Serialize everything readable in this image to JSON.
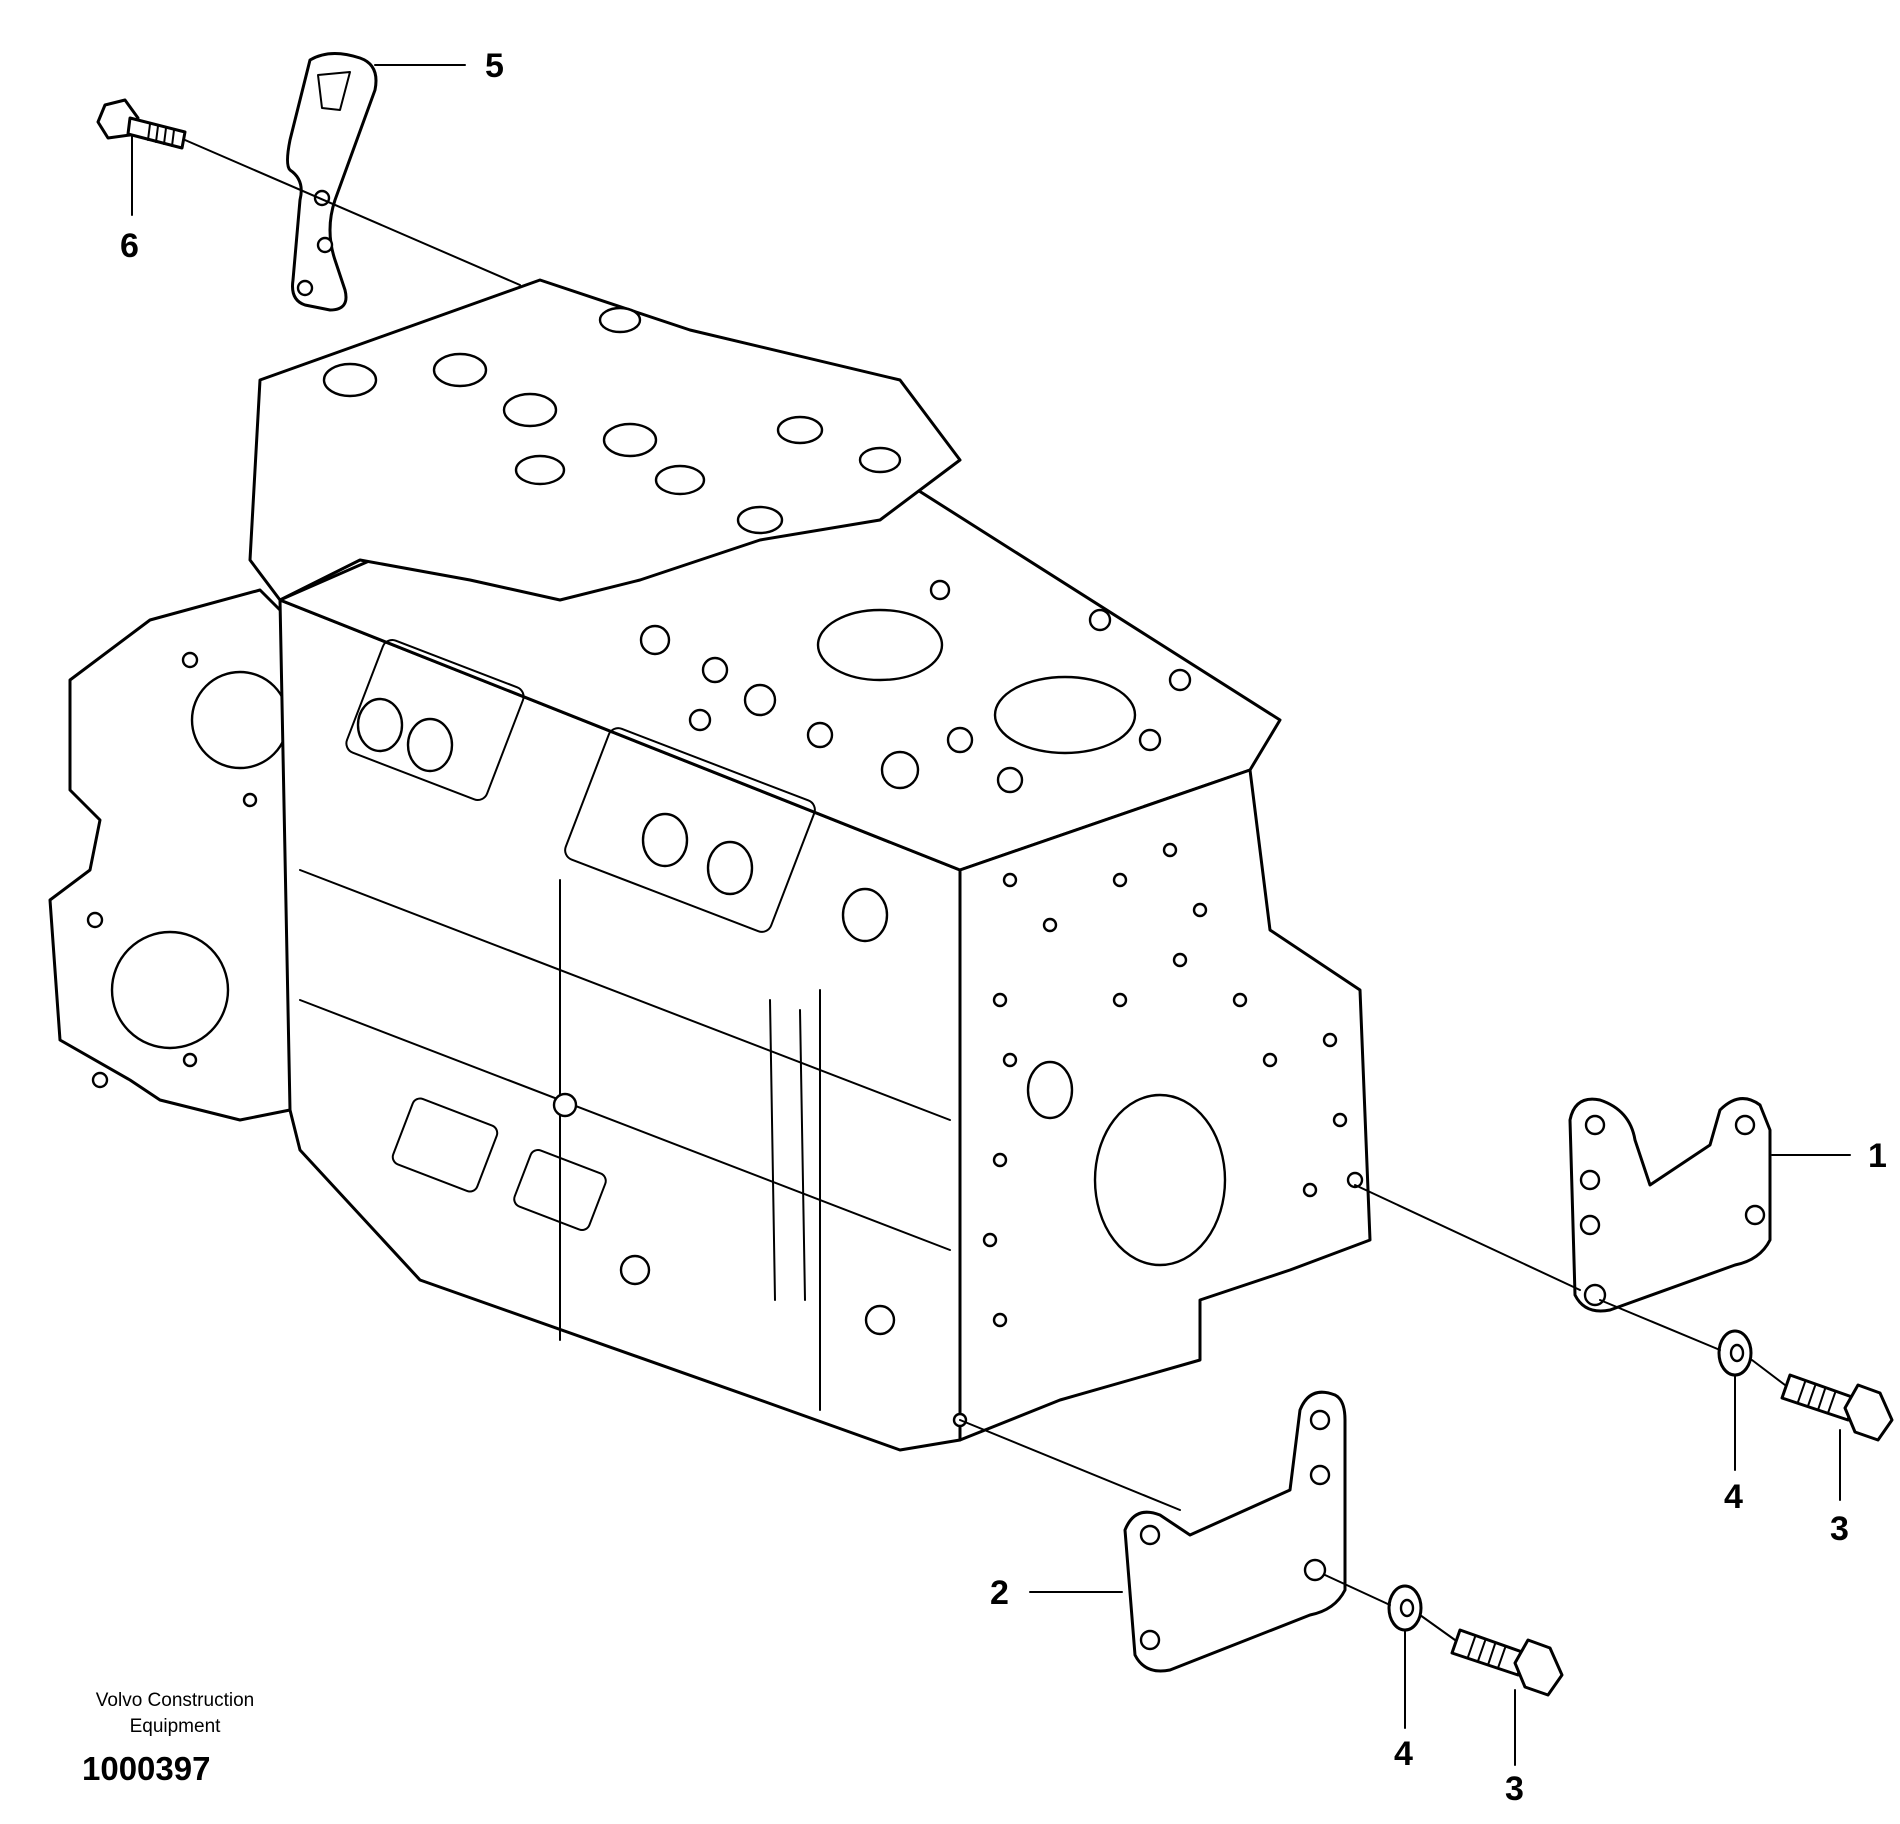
{
  "callouts": {
    "c1": "1",
    "c2": "2",
    "c3a": "3",
    "c3b": "3",
    "c4a": "4",
    "c4b": "4",
    "c5": "5",
    "c6": "6"
  },
  "footer": {
    "brand_line1": "Volvo Construction",
    "brand_line2": "Equipment",
    "doc_number": "1000397"
  }
}
